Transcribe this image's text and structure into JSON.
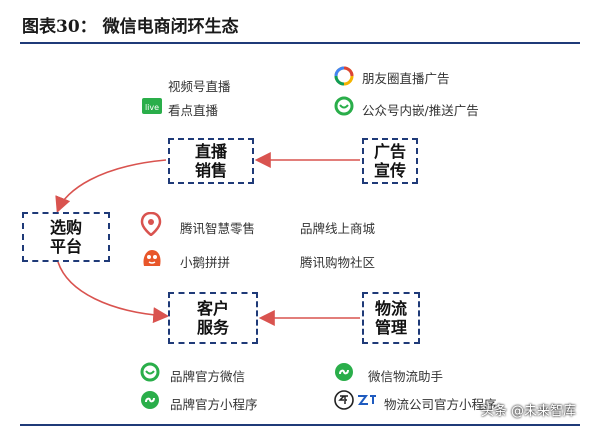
{
  "title": {
    "figure": "图表30：",
    "text": "微信电商闭环生态"
  },
  "nodes": {
    "live": {
      "line1": "直播",
      "line2": "销售"
    },
    "ads": {
      "line1": "广告",
      "line2": "宣传"
    },
    "select": {
      "line1": "选购",
      "line2": "平台"
    },
    "service": {
      "line1": "客户",
      "line2": "服务"
    },
    "logistics": {
      "line1": "物流",
      "line2": "管理"
    }
  },
  "labels": {
    "channels_live": "视频号直播",
    "kandian_live": "看点直播",
    "moments_ads": "朋友圈直播广告",
    "official_ads": "公众号内嵌/推送广告",
    "tencent_smart": "腾讯智慧零售",
    "brand_mall": "品牌线上商城",
    "mini_store": "小鹅拼拼",
    "community": "腾讯购物社区",
    "brand_wechat": "品牌官方微信",
    "brand_miniprog": "品牌官方小程序",
    "wechat_logistics": "微信物流助手",
    "courier_official": "物流公司官方小程序"
  },
  "watermark": "头条 @未来智库",
  "colors": {
    "accent": "#1f3a78",
    "arrow": "#d9534f",
    "green": "#2aae4a"
  }
}
